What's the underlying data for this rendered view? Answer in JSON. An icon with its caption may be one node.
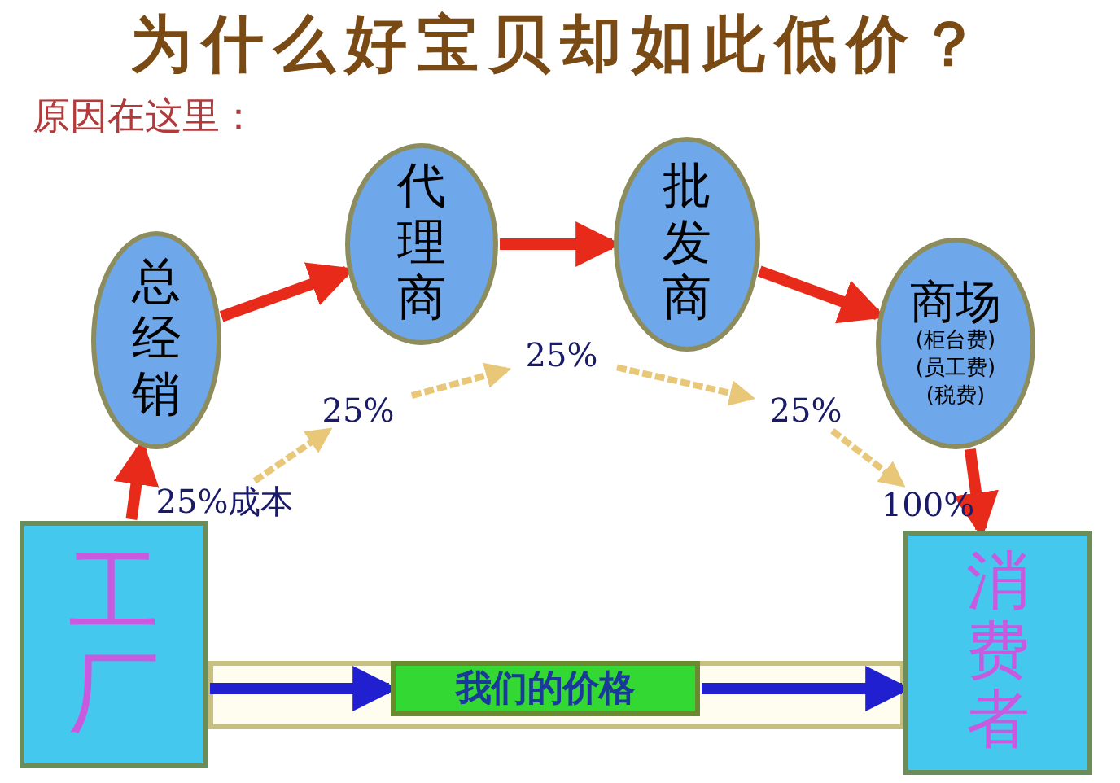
{
  "diagram": {
    "title": "为什么好宝贝却如此低价？",
    "nodes": [
      {
        "text": [
          "工厂"
        ]
      },
      {
        "text": [
          "总经销"
        ]
      },
      {
        "text": [
          "代理商"
        ]
      },
      {
        "text": [
          "批发商"
        ]
      },
      {
        "text": [
          "商场",
          "(柜台费)",
          "(员工费)",
          "(税费)"
        ]
      },
      {
        "text": [
          "消费者"
        ]
      },
      {
        "text": [
          "我们的价格"
        ]
      },
      {
        "text": [
          "25%成本"
        ]
      },
      {
        "text": [
          "25%"
        ]
      },
      {
        "text": [
          "25%"
        ]
      },
      {
        "text": [
          "25%"
        ]
      },
      {
        "text": [
          "100%"
        ]
      }
    ],
    "edges": [
      {
        "from": 0,
        "to": 1,
        "arrow": "to"
      },
      {
        "from": 1,
        "to": 2,
        "arrow": "to"
      },
      {
        "from": 2,
        "to": 3,
        "arrow": "to"
      },
      {
        "from": 3,
        "to": 4,
        "arrow": "to"
      },
      {
        "from": 4,
        "to": 5,
        "arrow": "to"
      },
      {
        "from": 0,
        "to": 6,
        "arrow": "to",
        "color": "#2020d0"
      },
      {
        "from": 6,
        "to": 5,
        "arrow": "to",
        "color": "#2020d0"
      },
      {
        "from": 7,
        "to": 8,
        "arrow": "to",
        "style": "dashed",
        "color": "#e8c878"
      },
      {
        "from": 8,
        "to": 9,
        "arrow": "to",
        "style": "dashed",
        "color": "#e8c878"
      },
      {
        "from": 9,
        "to": 10,
        "arrow": "to",
        "style": "dashed",
        "color": "#e8c878"
      },
      {
        "from": 10,
        "to": 11,
        "arrow": "to",
        "style": "dashed",
        "color": "#e8c878"
      }
    ],
    "labels": [
      "原因在这里："
    ]
  }
}
